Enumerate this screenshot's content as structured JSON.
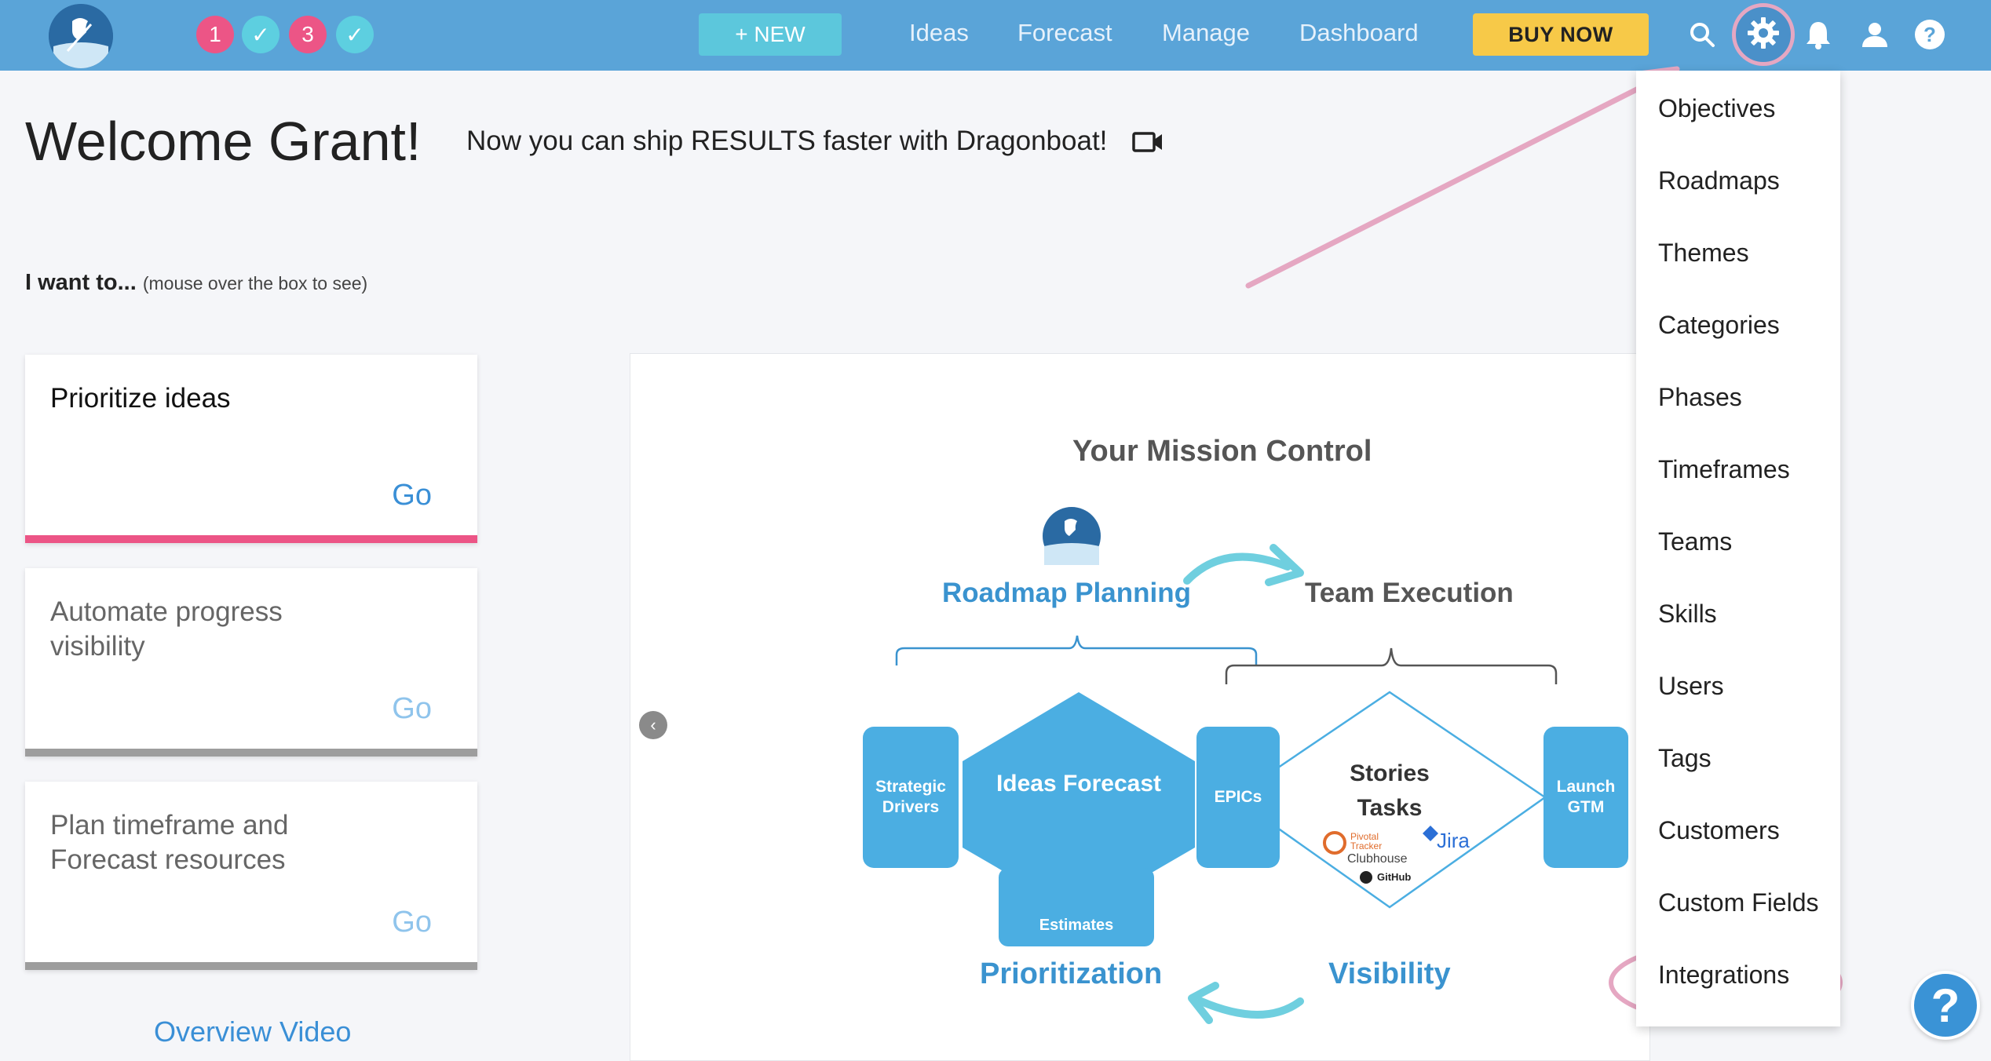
{
  "navbar": {
    "badges": [
      "1",
      "✓",
      "3",
      "✓"
    ],
    "new_label": "+ NEW",
    "links": [
      "Ideas",
      "Forecast",
      "Manage",
      "Dashboard"
    ],
    "buy_label": "BUY NOW",
    "icons": [
      "search-icon",
      "gear-icon",
      "bell-icon",
      "user-icon",
      "help-icon"
    ]
  },
  "header": {
    "welcome": "Welcome Grant!",
    "tagline": "Now you can ship RESULTS faster with Dragonboat!",
    "iwant_bold": "I want to...",
    "iwant_hint": "(mouse over the box to see)"
  },
  "cards": [
    {
      "title": "Prioritize ideas",
      "go": "Go"
    },
    {
      "title": "Automate progress visibility",
      "go": "Go"
    },
    {
      "title": "Plan timeframe and Forecast resources",
      "go": "Go"
    }
  ],
  "overview_video": "Overview Video",
  "mission": {
    "title": "Your Mission Control",
    "roadmap_planning": "Roadmap Planning",
    "team_execution": "Team Execution",
    "strategic_drivers": "Strategic Drivers",
    "ideas_forecast": "Ideas Forecast",
    "estimates": "Estimates",
    "epics": "EPICs",
    "stories_tasks": "Stories Tasks",
    "launch_gtm": "Launch GTM",
    "prioritization": "Prioritization",
    "visibility": "Visibility",
    "tools": {
      "pivotal": "Pivotal Tracker",
      "clubhouse": "Clubhouse",
      "jira": "Jira",
      "github": "GitHub"
    }
  },
  "settings_menu": [
    "Objectives",
    "Roadmaps",
    "Themes",
    "Categories",
    "Phases",
    "Timeframes",
    "Teams",
    "Skills",
    "Users",
    "Tags",
    "Customers",
    "Custom Fields",
    "Integrations"
  ],
  "colors": {
    "nav": "#5aa4d8",
    "accent_pink": "#ec5586",
    "accent_teal": "#5dcfe0",
    "buy": "#f7c948",
    "link_blue": "#3a8fd6",
    "annotation": "#e5a7c2"
  }
}
